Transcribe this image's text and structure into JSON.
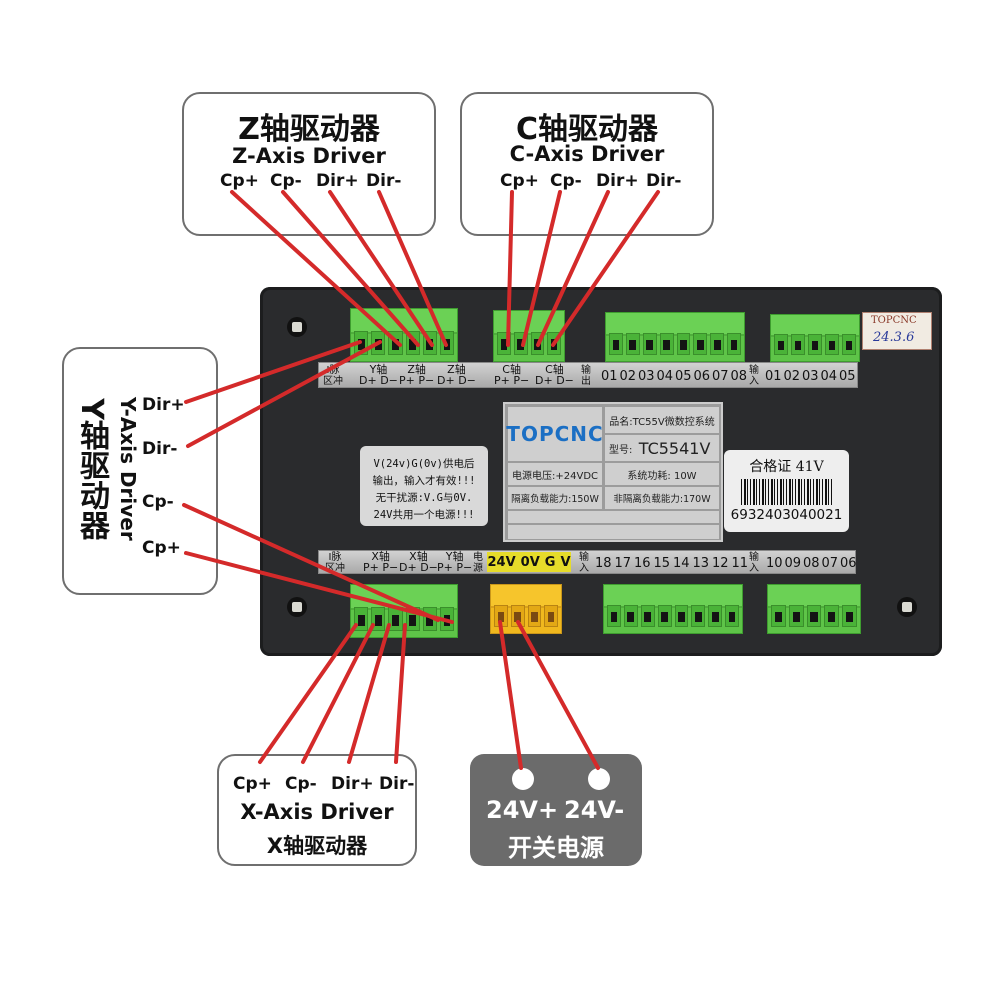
{
  "callouts": {
    "z_axis": {
      "title_cn": "Z轴驱动器",
      "title_en": "Z-Axis Driver",
      "pins": [
        "Cp+",
        "Cp-",
        "Dir+",
        "Dir-"
      ]
    },
    "c_axis": {
      "title_cn": "C轴驱动器",
      "title_en": "C-Axis Driver",
      "pins": [
        "Cp+",
        "Cp-",
        "Dir+",
        "Dir-"
      ]
    },
    "y_axis": {
      "title_cn": "Y轴驱动器",
      "title_en": "Y-Axis Driver",
      "pins": [
        "Dir+",
        "Dir-",
        "Cp-",
        "Cp+"
      ]
    },
    "x_axis": {
      "title_cn": "X轴驱动器",
      "title_en": "X-Axis Driver",
      "pins": [
        "Cp+",
        "Cp-",
        "Dir+",
        "Dir-"
      ]
    },
    "power": {
      "pins": [
        "24V+",
        "24V-"
      ],
      "label_cn": "开关电源"
    }
  },
  "device": {
    "top_strip": {
      "pulse_label": [
        "I脉",
        "区冲"
      ],
      "y_axis": {
        "title": "Y轴",
        "pins": [
          "D+",
          "D−"
        ]
      },
      "z_axis_p": {
        "title": "Z轴",
        "pins": [
          "P+",
          "P−"
        ]
      },
      "z_axis_d": {
        "title": "Z轴",
        "pins": [
          "D+",
          "D−"
        ]
      },
      "c_axis_p": {
        "title": "C轴",
        "pins": [
          "P+",
          "P−"
        ]
      },
      "c_axis_d": {
        "title": "C轴",
        "pins": [
          "D+",
          "D−"
        ]
      },
      "output_label": [
        "输",
        "出"
      ],
      "outputs": [
        "01",
        "02",
        "03",
        "04",
        "05",
        "06",
        "07",
        "08"
      ],
      "input_label": [
        "输",
        "入"
      ],
      "inputs": [
        "01",
        "02",
        "03",
        "04",
        "05"
      ]
    },
    "bottom_strip": {
      "pulse_label": [
        "I脉",
        "区冲"
      ],
      "x_axis_p": {
        "title": "X轴",
        "pins": [
          "P+",
          "P−"
        ]
      },
      "x_axis_d": {
        "title": "X轴",
        "pins": [
          "D+",
          "D−"
        ]
      },
      "y_axis_p": {
        "title": "Y轴",
        "pins": [
          "P+",
          "P−"
        ]
      },
      "power_label": [
        "电",
        "源"
      ],
      "power_pins": [
        "24V",
        "0V",
        "G",
        "V"
      ],
      "input_label_a": [
        "输",
        "入"
      ],
      "inputs_a": [
        "18",
        "17",
        "16",
        "15",
        "14",
        "13",
        "12",
        "11"
      ],
      "input_label_b": [
        "输",
        "入"
      ],
      "inputs_b": [
        "10",
        "09",
        "08",
        "07",
        "06"
      ]
    },
    "warning_lines": [
      "V(24v)G(0v)供电后",
      "输出，输入才有效!!!",
      "无干扰源:V.G与0V.",
      "24V共用一个电源!!!"
    ],
    "nameplate": {
      "brand": "TOPCNC",
      "product_name": "品名:TC55V微数控系统",
      "model_label": "型号:",
      "model": "TC5541V",
      "supply_voltage": "电源电压:+24VDC",
      "power_consumption": "系统功耗: 10W",
      "isolated_load": "隔离负载能力:150W",
      "non_isolated_load": "非隔离负载能力:170W"
    },
    "certificate": {
      "title": "合格证 41V",
      "barcode_number": "6932403040021"
    },
    "inspection_sticker": {
      "brand": "TOPCNC",
      "date": "24.3.6"
    },
    "colors": {
      "body": "#2a2b2d",
      "terminal_green": "#5ec448",
      "terminal_yellow": "#f0b81e",
      "wire_red": "#d42a2a",
      "brand_blue": "#1b6fc4"
    }
  }
}
